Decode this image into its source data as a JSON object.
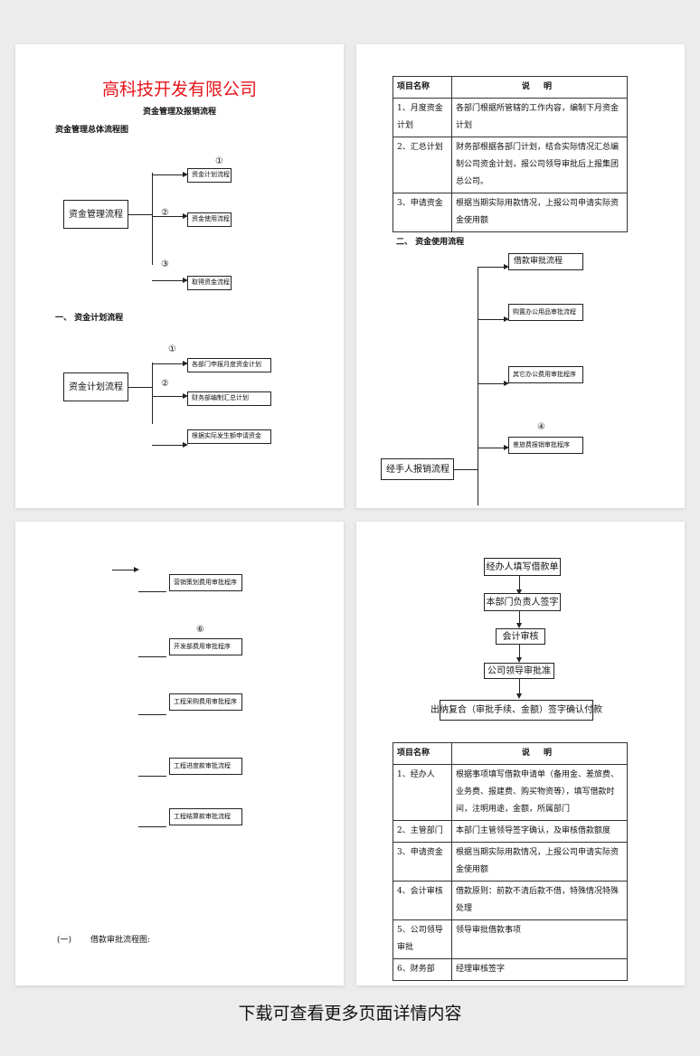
{
  "page1": {
    "company": "高科技开发有限公司",
    "subtitle": "资金管理及报销流程",
    "overview_heading": "资金管理总体流程图",
    "main_box": "资金管理流程",
    "branches": [
      {
        "num": "①",
        "label": "资金计划流程"
      },
      {
        "num": "②",
        "label": "资金使用流程"
      },
      {
        "num": "③",
        "label": "取得资金流程"
      }
    ],
    "section1_heading": "一、 资金计划流程",
    "plan_box": "资金计划流程",
    "plan_branches": [
      {
        "num": "①",
        "label": "各部门申报月度资金计划"
      },
      {
        "num": "②",
        "label": "财务部编制汇总计划"
      },
      {
        "num": "",
        "label": "根据实际发生额申请资金"
      }
    ]
  },
  "page2": {
    "table_headers": [
      "项目名称",
      "说 明"
    ],
    "rows": [
      [
        "1、月度资金计划",
        "各部门根据所管辖的工作内容，编制下月资金计划"
      ],
      [
        "2、汇总计划",
        "财务部根据各部门计划，结合实际情况汇总编制公司资金计划，报公司领导审批后上报集团总公司。"
      ],
      [
        "3、申请资金",
        "根据当期实际用款情况，上报公司申请实际资金使用额"
      ]
    ],
    "section2_heading": "二、 资金使用流程",
    "handler_box": "经手人报销流程",
    "branches": [
      {
        "num": "",
        "label": "借款审批流程"
      },
      {
        "num": "",
        "label": "购置办公用品审批流程"
      },
      {
        "num": "",
        "label": "其它办公费用审批程序"
      },
      {
        "num": "④",
        "label": "差旅费报销审批程序"
      }
    ]
  },
  "page3": {
    "branches": [
      {
        "num": "",
        "label": "营销策划费用审批程序"
      },
      {
        "num": "⑥",
        "label": "开发部费用审批程序"
      },
      {
        "num": "",
        "label": "工程采购费用审批程序"
      },
      {
        "num": "",
        "label": "工程进度款审批流程"
      },
      {
        "num": "",
        "label": "工程结算款审批流程"
      }
    ],
    "caption_num": "(一)",
    "caption": "借款审批流程图:"
  },
  "page4": {
    "flow": [
      "经办人填写借款单",
      "本部门负责人签字",
      "会计审核",
      "公司领导审批准",
      "出纳复合（审批手续、金额）签字确认付款"
    ],
    "table_headers": [
      "项目名称",
      "说 明"
    ],
    "rows": [
      [
        "1、经办人",
        "根据事项填写借款申请单（备用金、差旅费、业务费、报建费、购买物资等），填写借款时间，注明用途，金额，所属部门"
      ],
      [
        "2、主管部门",
        "本部门主管领导签字确认，及审核借款额度"
      ],
      [
        "3、申请资金",
        "根据当期实际用款情况，上报公司申请实际资金使用额"
      ],
      [
        "4、会计审核",
        "借款原则：前款不清后款不借，特殊情况特殊处理"
      ],
      [
        "5、公司领导审批",
        "领导审批借款事项"
      ],
      [
        "6、财务部",
        "经理审核签字"
      ]
    ]
  },
  "footer": "下载可查看更多页面详情内容",
  "colors": {
    "company": "#e8141c",
    "background": "#ececec"
  }
}
